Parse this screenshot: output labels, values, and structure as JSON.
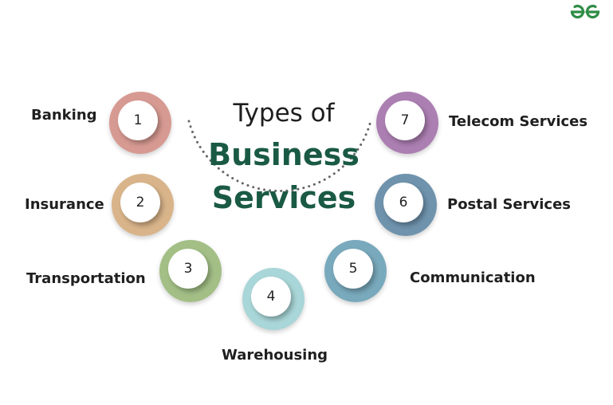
{
  "title": {
    "line1": "Types of",
    "line2": "Business",
    "line3": "Services"
  },
  "logo": {
    "icon": "gfg-logo-icon",
    "color": "#2f8d46"
  },
  "services": [
    {
      "number": "1",
      "label": "Banking",
      "color": "#d79a92"
    },
    {
      "number": "2",
      "label": "Insurance",
      "color": "#d9b48a"
    },
    {
      "number": "3",
      "label": "Transportation",
      "color": "#a3bf86"
    },
    {
      "number": "4",
      "label": "Warehousing",
      "color": "#a9d6d8"
    },
    {
      "number": "5",
      "label": "Communication",
      "color": "#79a9bc"
    },
    {
      "number": "6",
      "label": "Postal Services",
      "color": "#6f93ad"
    },
    {
      "number": "7",
      "label": "Telecom Services",
      "color": "#ac7fb2"
    }
  ],
  "colors": {
    "title_accent": "#1a5a45",
    "text": "#1f1f1f",
    "dotted_arc": "#666666"
  }
}
